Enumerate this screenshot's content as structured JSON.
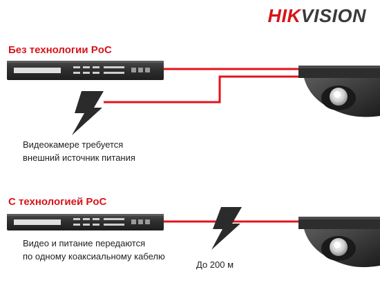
{
  "logo": {
    "part1": "HIK",
    "part2": "VISION"
  },
  "sections": [
    {
      "title": "Без технологии PoC",
      "caption_line1": "Видеокамере требуется",
      "caption_line2": "внешний источник питания"
    },
    {
      "title": "С технологией PoC",
      "caption_line1": "Видео и питание передаются",
      "caption_line2": "по одному коаксиальному кабелю",
      "distance": "До 200 м"
    }
  ],
  "colors": {
    "brand_red": "#d7141a",
    "cable_red": "#e3121b",
    "device_dark": "#2b2b2b",
    "device_mid": "#3e3e3e",
    "device_light": "#d9d9d9"
  }
}
